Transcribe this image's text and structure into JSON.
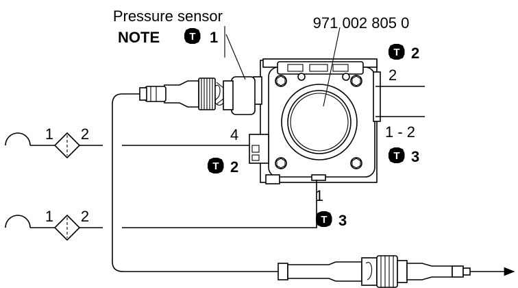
{
  "labels": {
    "sensor_name": "Pressure sensor",
    "note": "NOTE",
    "part_number": "971 002 805 0",
    "port_upper_out": "2",
    "port_lower_out": "1 - 2",
    "port_left": "4",
    "port_bottom": "1",
    "filter_a_in": "1",
    "filter_a_out": "2",
    "filter_b_in": "1",
    "filter_b_out": "2"
  },
  "torque_marks": [
    {
      "id": "sensor",
      "symbol": "T",
      "value": "1"
    },
    {
      "id": "upper-right",
      "symbol": "T",
      "value": "2"
    },
    {
      "id": "lower-right",
      "symbol": "T",
      "value": "3"
    },
    {
      "id": "left",
      "symbol": "T",
      "value": "2"
    },
    {
      "id": "bottom",
      "symbol": "T",
      "value": "3"
    }
  ]
}
